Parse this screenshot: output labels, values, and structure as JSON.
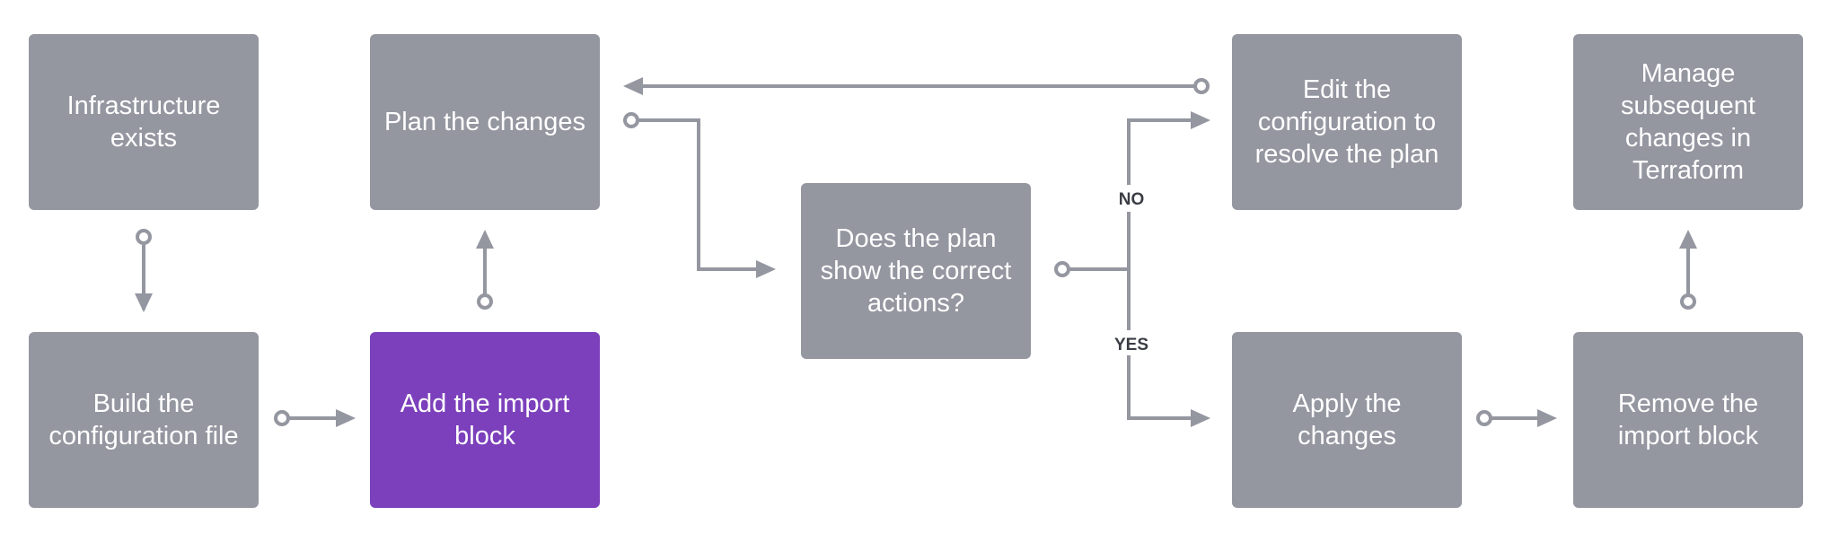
{
  "colors": {
    "box": "#9496a0",
    "accent": "#7c40bc",
    "line": "#9496a0",
    "label": "#3b3d45"
  },
  "nodes": {
    "infra": "Infrastructure exists",
    "build": "Build the configuration file",
    "plan": "Plan the changes",
    "import": "Add the import block",
    "decision": "Does the plan show the correct actions?",
    "edit": "Edit the configuration to resolve the plan",
    "apply": "Apply the changes",
    "manage": "Manage subsequent changes in Terraform",
    "remove": "Remove the import block"
  },
  "branches": {
    "no": "NO",
    "yes": "YES"
  }
}
